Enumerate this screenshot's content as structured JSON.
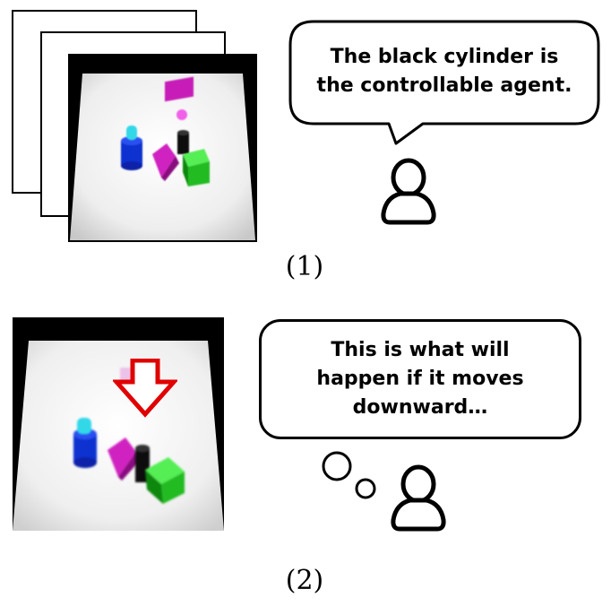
{
  "panel1": {
    "caption": "(1)",
    "speech_lines": [
      "The black cylinder is",
      "the controllable agent."
    ],
    "person_icon": "person-icon"
  },
  "panel2": {
    "caption": "(2)",
    "thought_lines": [
      "This is what will",
      "happen if it moves",
      "downward…"
    ],
    "arrow_icon": "down-arrow-icon",
    "arrow_color": "#e00000",
    "person_icon": "person-icon"
  },
  "colors": {
    "agent": "#111111",
    "cube": "#22cc22",
    "block": "#d020c0",
    "cylinder": "#1030d0",
    "cylinder_top": "#30d8e8"
  }
}
